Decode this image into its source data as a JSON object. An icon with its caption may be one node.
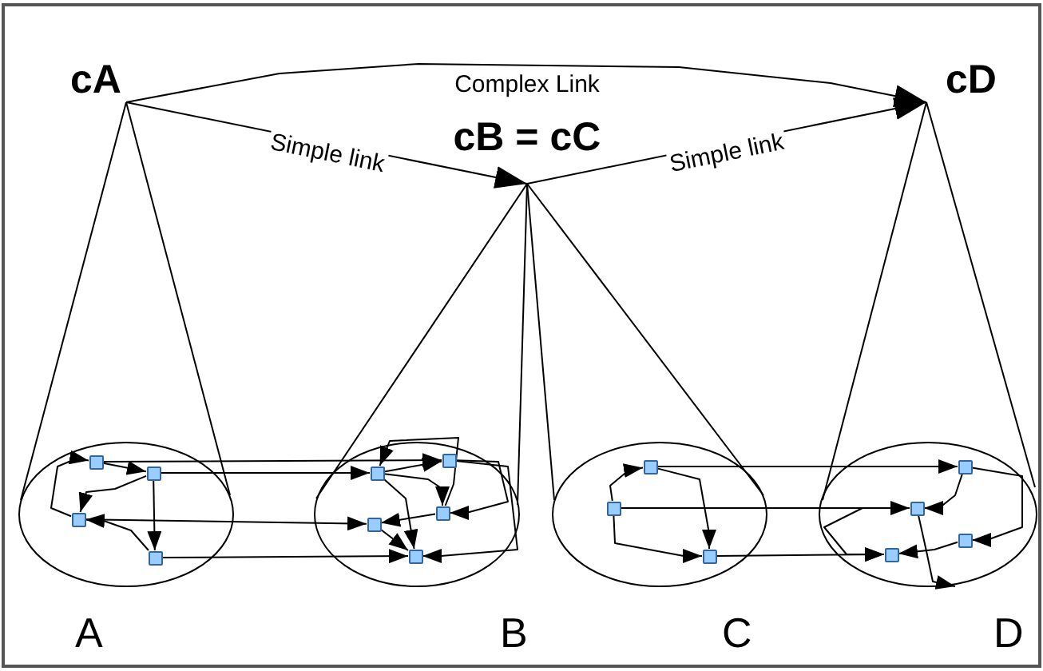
{
  "diagram": {
    "nodes": [
      {
        "text": [
          "cA"
        ]
      },
      {
        "text": [
          "cB = cC"
        ]
      },
      {
        "text": [
          "cD"
        ]
      },
      {
        "text": [
          "A"
        ]
      },
      {
        "text": [],
        "shape": "box",
        "in": 3
      },
      {
        "text": [],
        "shape": "box",
        "in": 3
      },
      {
        "text": [],
        "shape": "box",
        "in": 3
      },
      {
        "text": [],
        "shape": "box",
        "in": 3
      },
      {
        "text": [
          "B"
        ]
      },
      {
        "text": [],
        "shape": "box",
        "in": 8
      },
      {
        "text": [],
        "shape": "box",
        "in": 8
      },
      {
        "text": [],
        "shape": "box",
        "in": 8
      },
      {
        "text": [],
        "shape": "box",
        "in": 8
      },
      {
        "text": [],
        "shape": "box",
        "in": 8
      },
      {
        "text": [
          "C"
        ]
      },
      {
        "text": [],
        "shape": "box",
        "in": 14
      },
      {
        "text": [],
        "shape": "box",
        "in": 14
      },
      {
        "text": [],
        "shape": "box",
        "in": 14
      },
      {
        "text": [
          "D"
        ]
      },
      {
        "text": [],
        "shape": "box",
        "in": 18
      },
      {
        "text": [],
        "shape": "box",
        "in": 18
      },
      {
        "text": [],
        "shape": "box",
        "in": 18
      },
      {
        "text": [],
        "shape": "box",
        "in": 18
      }
    ],
    "edges": [
      {
        "from": 0,
        "to": 1,
        "arrow": "to",
        "label": "Simple link"
      },
      {
        "from": 1,
        "to": 2,
        "arrow": "to",
        "label": "Simple link"
      },
      {
        "from": 0,
        "to": 2,
        "arrow": "to",
        "label": "Complex Link"
      },
      {
        "from": 0,
        "to": 3,
        "arrow": "none"
      },
      {
        "from": 0,
        "to": 3,
        "arrow": "none"
      },
      {
        "from": 1,
        "to": 8,
        "arrow": "none"
      },
      {
        "from": 1,
        "to": 8,
        "arrow": "none"
      },
      {
        "from": 1,
        "to": 14,
        "arrow": "none"
      },
      {
        "from": 1,
        "to": 14,
        "arrow": "none"
      },
      {
        "from": 2,
        "to": 18,
        "arrow": "none"
      },
      {
        "from": 2,
        "to": 18,
        "arrow": "none"
      },
      {
        "from": 4,
        "to": 10,
        "arrow": "to"
      },
      {
        "from": 5,
        "to": 9,
        "arrow": "to"
      },
      {
        "from": 6,
        "to": 12,
        "arrow": "to"
      },
      {
        "from": 7,
        "to": 13,
        "arrow": "to"
      },
      {
        "from": 15,
        "to": 19,
        "arrow": "to"
      },
      {
        "from": 16,
        "to": 20,
        "arrow": "to"
      },
      {
        "from": 17,
        "to": 22,
        "arrow": "to"
      },
      {
        "from": 4,
        "to": 5,
        "arrow": "to"
      },
      {
        "from": 5,
        "to": 7,
        "arrow": "to"
      },
      {
        "from": 7,
        "to": 6,
        "arrow": "to"
      },
      {
        "from": 6,
        "to": 4,
        "arrow": "to"
      },
      {
        "from": 5,
        "to": 6,
        "arrow": "to"
      },
      {
        "from": 9,
        "to": 10,
        "arrow": "to"
      },
      {
        "from": 11,
        "to": 9,
        "arrow": "to"
      },
      {
        "from": 9,
        "to": 11,
        "arrow": "to"
      },
      {
        "from": 11,
        "to": 12,
        "arrow": "to"
      },
      {
        "from": 9,
        "to": 13,
        "arrow": "to"
      },
      {
        "from": 12,
        "to": 13,
        "arrow": "to"
      },
      {
        "from": 10,
        "to": 11,
        "arrow": "to"
      },
      {
        "from": 10,
        "to": 13,
        "arrow": "to"
      },
      {
        "from": 16,
        "to": 15,
        "arrow": "to"
      },
      {
        "from": 15,
        "to": 17,
        "arrow": "to"
      },
      {
        "from": 16,
        "to": 17,
        "arrow": "to"
      },
      {
        "from": 19,
        "to": 20,
        "arrow": "to"
      },
      {
        "from": 19,
        "to": 21,
        "arrow": "to"
      },
      {
        "from": 20,
        "to": 22,
        "arrow": "to"
      },
      {
        "from": 20,
        "to": null,
        "arrow": "to"
      },
      {
        "from": 21,
        "to": 22,
        "arrow": "to"
      }
    ]
  }
}
